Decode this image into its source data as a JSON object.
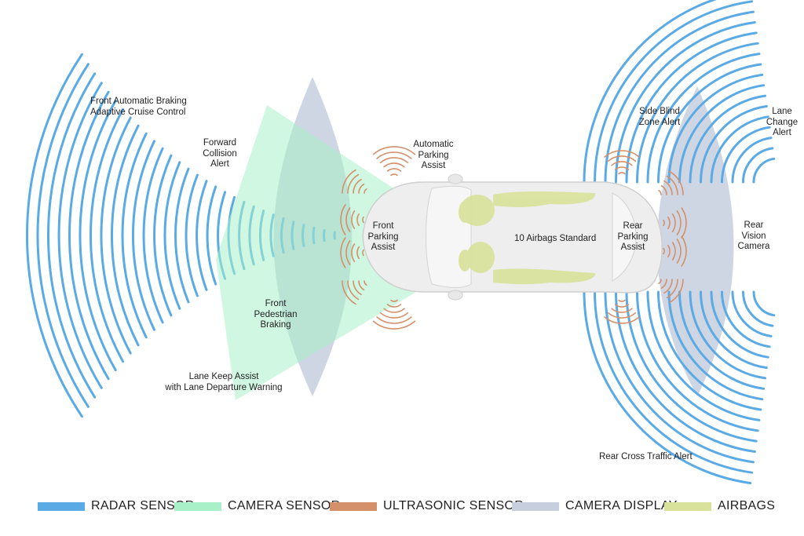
{
  "colors": {
    "radar": "#5aaae6",
    "camera_sensor": "#a8f0c8",
    "ultrasonic": "#d4906a",
    "camera_display": "#c7cfde",
    "airbags": "#d8e29a",
    "car_body": "#eeeeee"
  },
  "labels": {
    "front_auto_braking": [
      "Front Automatic Braking",
      "Adaptive Cruise Control"
    ],
    "forward_collision": [
      "Forward",
      "Collision",
      "Alert"
    ],
    "auto_parking": [
      "Automatic",
      "Parking",
      "Assist"
    ],
    "front_parking": [
      "Front",
      "Parking",
      "Assist"
    ],
    "airbags_standard": "10 Airbags Standard",
    "rear_parking": [
      "Rear",
      "Parking",
      "Assist"
    ],
    "side_blind_zone": [
      "Side Blind",
      "Zone Alert"
    ],
    "lane_change": [
      "Lane",
      "Change",
      "Alert"
    ],
    "rear_vision": [
      "Rear",
      "Vision",
      "Camera"
    ],
    "front_pedestrian": [
      "Front",
      "Pedestrian",
      "Braking"
    ],
    "lane_keep": [
      "Lane Keep Assist",
      "with Lane Departure Warning"
    ],
    "rear_cross_traffic": "Rear Cross Traffic Alert"
  },
  "legend": [
    {
      "label": "RADAR SENSOR",
      "color": "#5aaae6"
    },
    {
      "label": "CAMERA SENSOR",
      "color": "#a8f0c8"
    },
    {
      "label": "ULTRASONIC SENSOR",
      "color": "#d4906a"
    },
    {
      "label": "CAMERA DISPLAY",
      "color": "#c7cfde"
    },
    {
      "label": "AIRBAGS",
      "color": "#d8e29a"
    }
  ]
}
